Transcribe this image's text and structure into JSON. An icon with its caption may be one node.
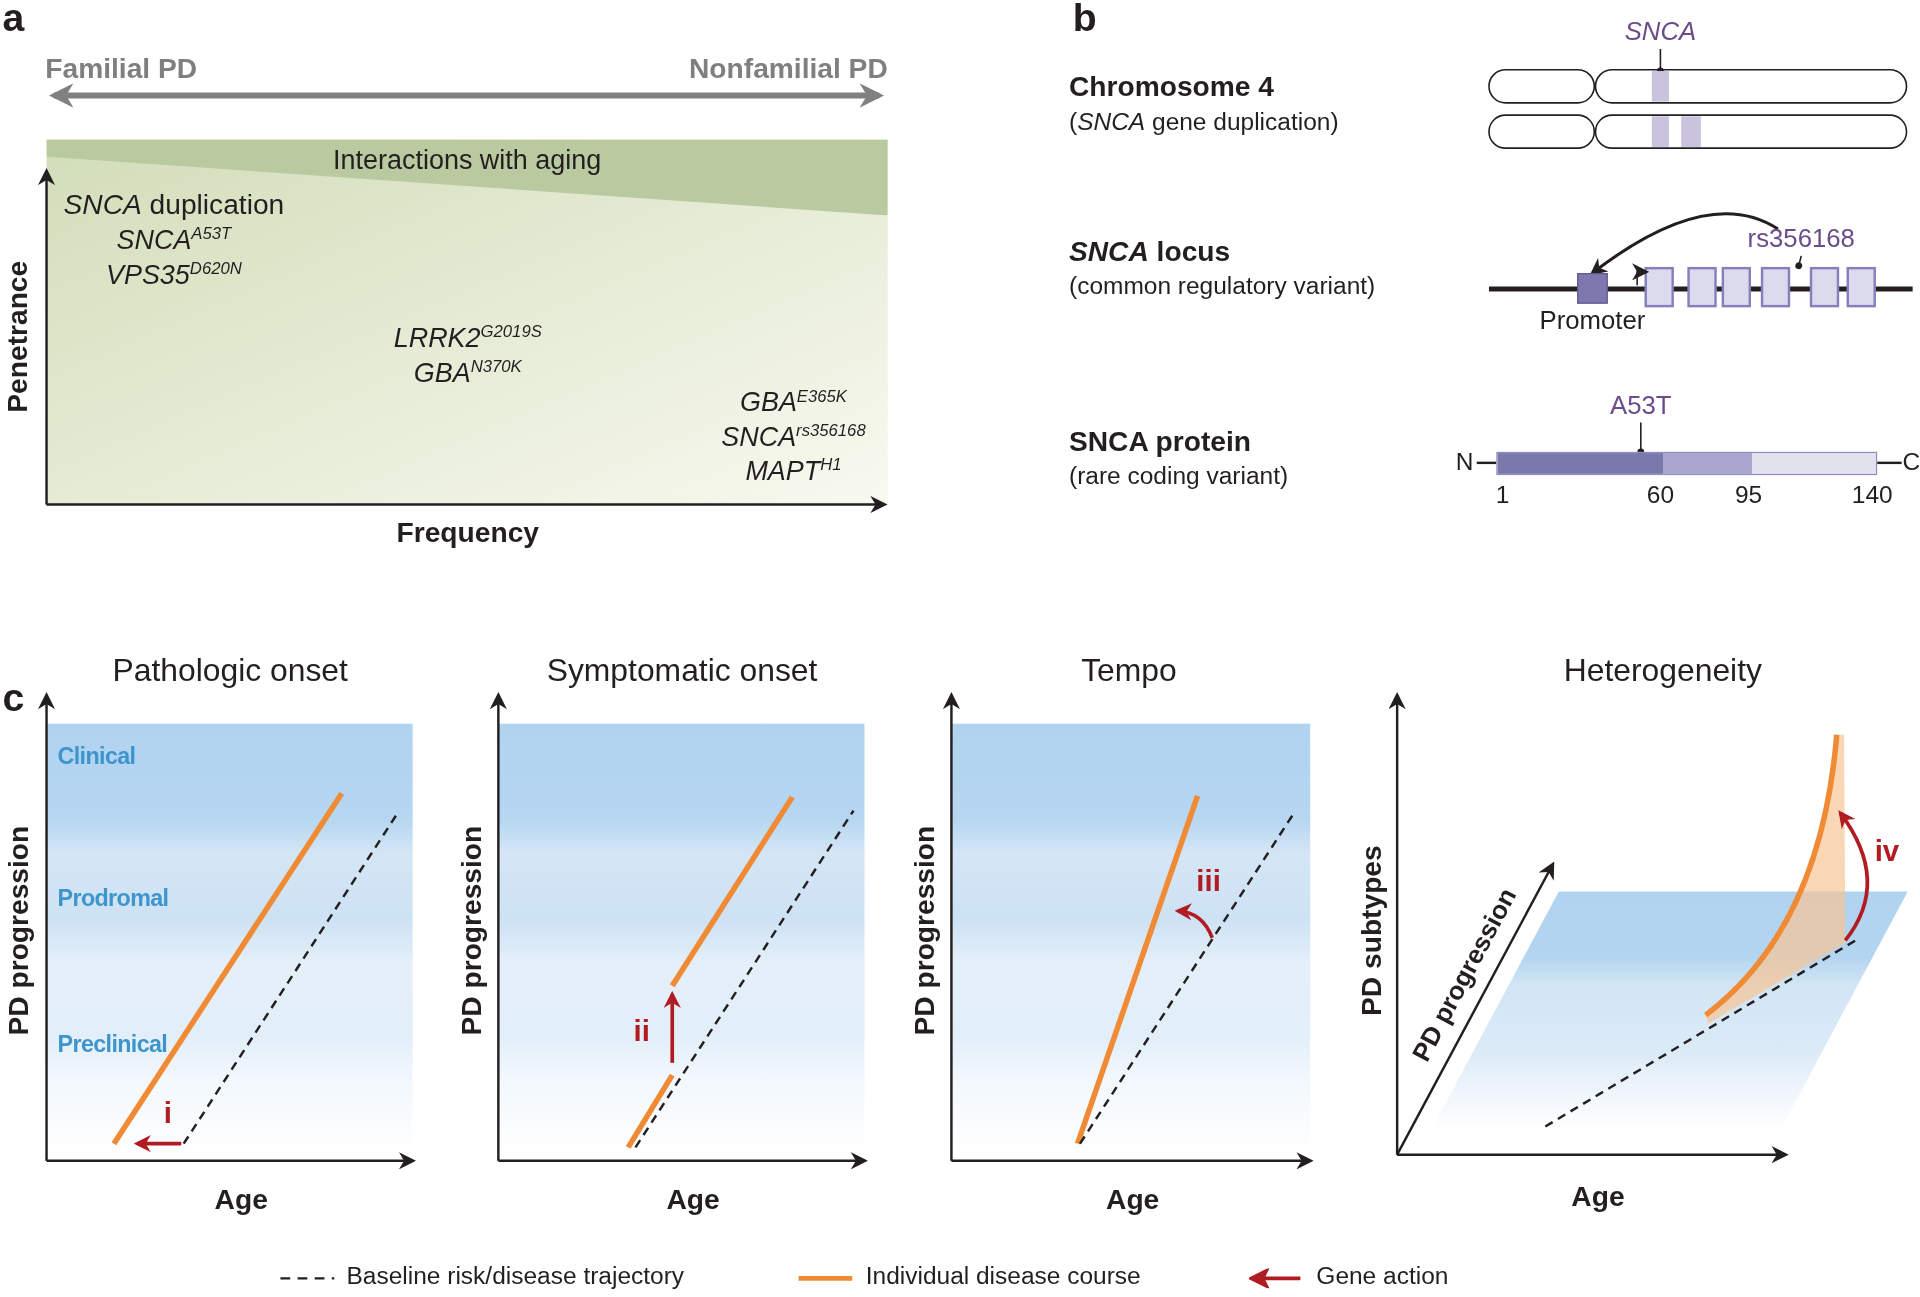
{
  "diagram": {
    "nodes": [
      {
        "text": [
          "Interactions with aging"
        ]
      },
      {
        "text": [
          "SNCA"
        ]
      },
      {
        "text": [
          "rs356168"
        ]
      },
      {
        "text": [],
        "shape": "picture"
      },
      {
        "text": [],
        "shape": "box",
        "in": 3,
        "beside": [
          "Promoter"
        ]
      },
      {
        "text": [
          "A53T"
        ]
      },
      {
        "text": [],
        "shape": "bar"
      },
      {
        "text": [],
        "shape": "bar"
      }
    ],
    "edges": [
      {
        "from": 1,
        "to": 6,
        "arrow": "other"
      },
      {
        "from": 2,
        "to": 3,
        "arrow": "other"
      },
      {
        "from": 2,
        "to": 4,
        "arrow": "to"
      },
      {
        "from": 5,
        "to": 7,
        "arrow": "other"
      }
    ],
    "labels": [
      "a",
      "Familial PD",
      "Nonfamilial PD",
      "Penetrance",
      "*SNCA* duplication",
      "SNCA$^{A53T}$",
      "VPS35$^{D620N}$",
      "LRRK2$^{G2019S}$",
      "GBA$^{N370K}$",
      "GBA$^{E365K}$",
      "SNCA$^{rs356168}$",
      "MAPT$^{H1}$",
      "Frequency",
      "b",
      "Chromosome 4",
      "(*SNCA* gene duplication)",
      "*SNCA* locus",
      "(common regulatory variant)",
      "SNCA protein",
      "(rare coding variant)",
      "N",
      "C",
      "1",
      "60",
      "95",
      "140",
      "c",
      "Pathologic onset",
      "Clinical",
      "Prodromal",
      "Preclinical",
      "PD progression",
      "Age",
      "i",
      "Symptomatic onset",
      "PD progression",
      "Age",
      "ii",
      "Tempo",
      "PD progression",
      "Age",
      "iii",
      "Heterogeneity",
      "PD subtypes",
      "PD progression",
      "Age",
      "iv"
    ],
    "legend": [
      {
        "text": "Baseline risk/disease trajectory"
      },
      {
        "text": "Individual disease course"
      },
      {
        "text": "Gene action"
      }
    ]
  }
}
